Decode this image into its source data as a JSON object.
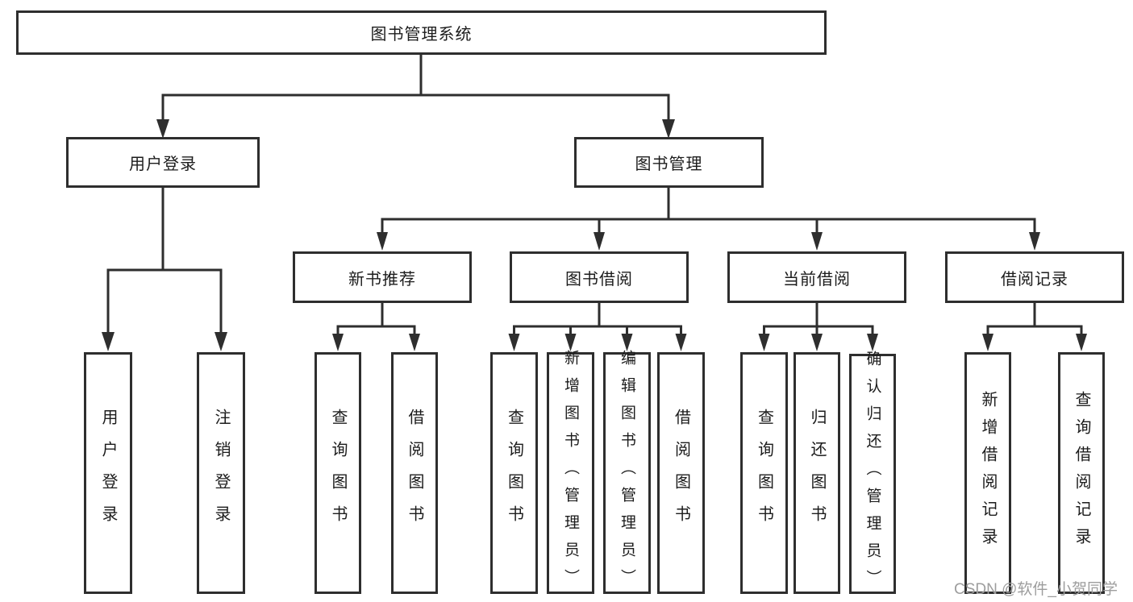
{
  "diagram_title": "图书管理系统",
  "nodes": {
    "root": "图书管理系统",
    "l2": [
      "用户登录",
      "图书管理"
    ],
    "l3": [
      "新书推荐",
      "图书借阅",
      "当前借阅",
      "借阅记录"
    ],
    "l4": [
      "用户登录",
      "注销登录",
      "查询图书",
      "借阅图书",
      "查询图书",
      "新增图书（管理员）",
      "编辑图书（管理员）",
      "借阅图书",
      "查询图书",
      "归还图书",
      "确认归还（管理员）",
      "新增借阅记录",
      "查询借阅记录"
    ]
  },
  "watermark": "CSDN @软件_小贺同学",
  "colors": {
    "line": "#2e2e2e",
    "box_border": "#2e2e2e",
    "box_fill": "#ffffff",
    "text": "#1c1c1c",
    "watermark": "#9d9d9d",
    "background": "#ffffff"
  }
}
